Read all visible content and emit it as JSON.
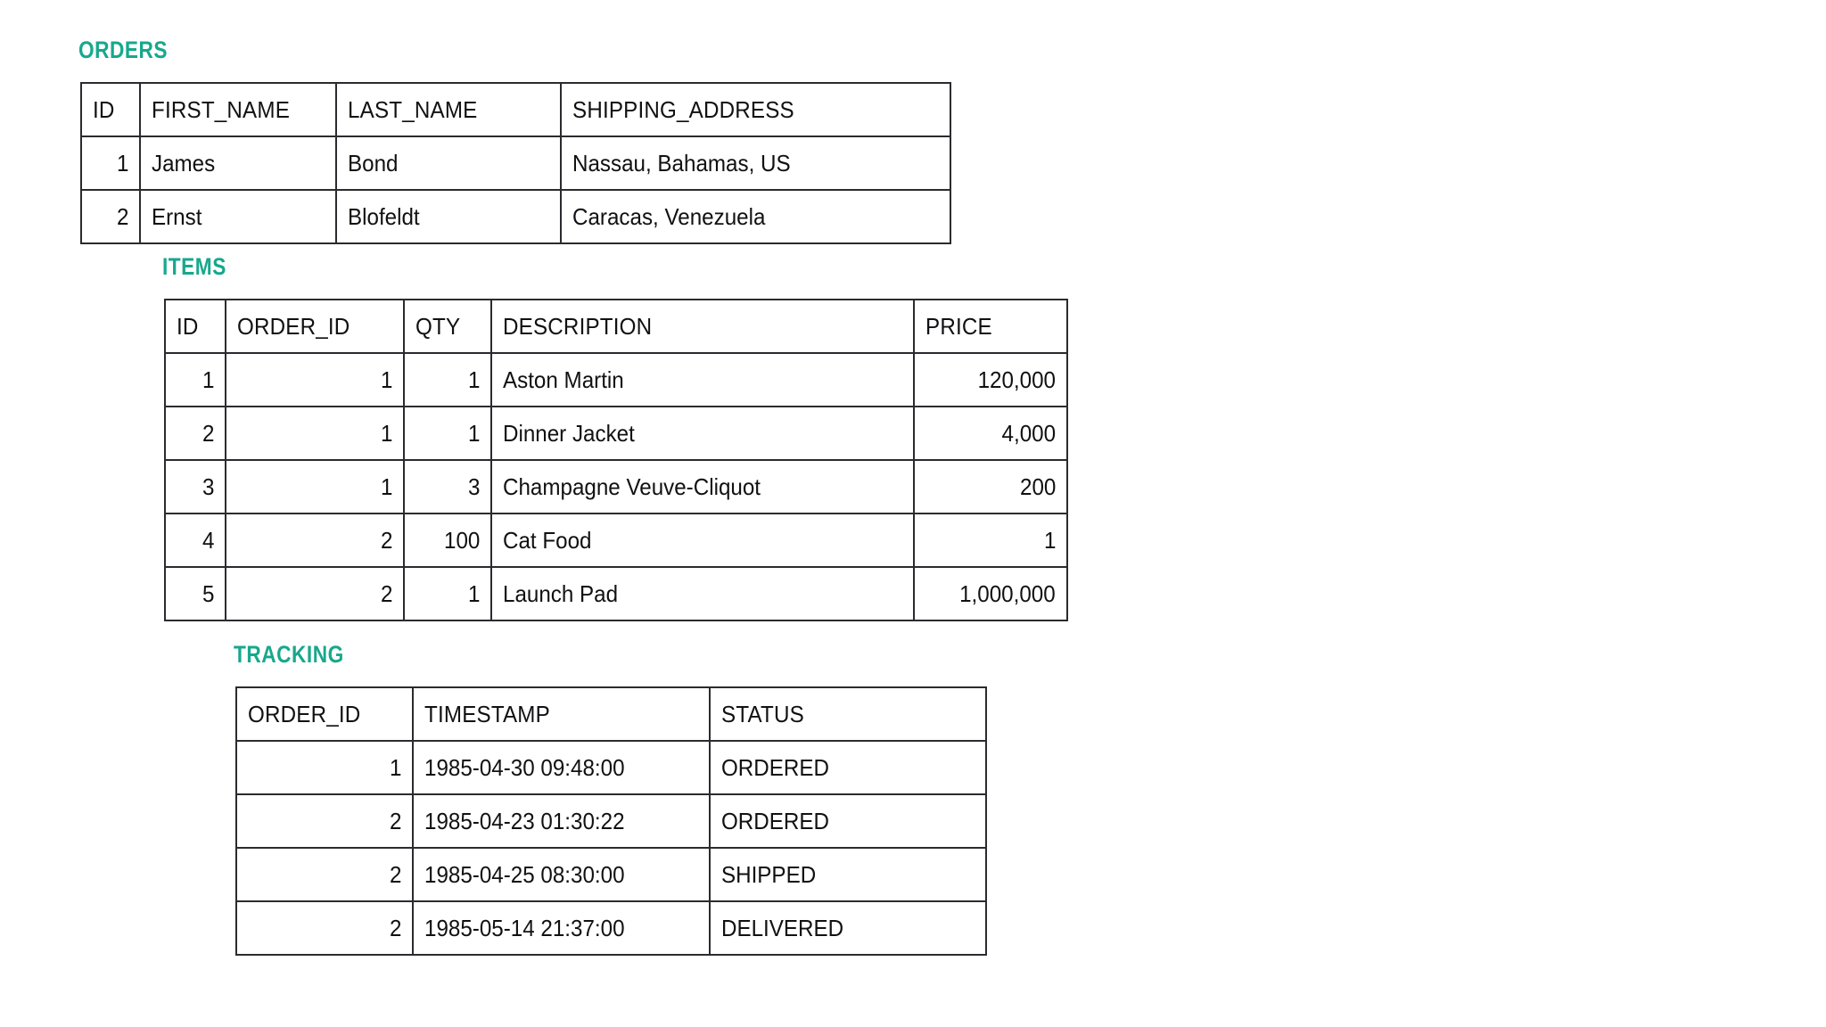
{
  "theme": {
    "background": "#ffffff",
    "label_color": "#17a88d",
    "border_color": "#2b2b2f",
    "text_color": "#111113"
  },
  "tables": [
    {
      "name": "orders",
      "label": "ORDERS",
      "columns": [
        {
          "key": "id",
          "header": "ID",
          "align": "right"
        },
        {
          "key": "first_name",
          "header": "FIRST_NAME",
          "align": "left"
        },
        {
          "key": "last_name",
          "header": "LAST_NAME",
          "align": "left"
        },
        {
          "key": "shipping_address",
          "header": "SHIPPING_ADDRESS",
          "align": "left"
        }
      ],
      "rows": [
        [
          "1",
          "James",
          "Bond",
          "Nassau, Bahamas, US"
        ],
        [
          "2",
          "Ernst",
          "Blofeldt",
          "Caracas, Venezuela"
        ]
      ]
    },
    {
      "name": "items",
      "label": "ITEMS",
      "columns": [
        {
          "key": "id",
          "header": "ID",
          "align": "right"
        },
        {
          "key": "order_id",
          "header": "ORDER_ID",
          "align": "right"
        },
        {
          "key": "qty",
          "header": "QTY",
          "align": "right"
        },
        {
          "key": "description",
          "header": "DESCRIPTION",
          "align": "left"
        },
        {
          "key": "price",
          "header": "PRICE",
          "align": "right"
        }
      ],
      "rows": [
        [
          "1",
          "1",
          "1",
          "Aston Martin",
          "120,000"
        ],
        [
          "2",
          "1",
          "1",
          "Dinner Jacket",
          "4,000"
        ],
        [
          "3",
          "1",
          "3",
          "Champagne Veuve-Cliquot",
          "200"
        ],
        [
          "4",
          "2",
          "100",
          "Cat Food",
          "1"
        ],
        [
          "5",
          "2",
          "1",
          "Launch Pad",
          "1,000,000"
        ]
      ]
    },
    {
      "name": "tracking",
      "label": "TRACKING",
      "columns": [
        {
          "key": "order_id",
          "header": "ORDER_ID",
          "align": "right"
        },
        {
          "key": "timestamp",
          "header": "TIMESTAMP",
          "align": "left"
        },
        {
          "key": "status",
          "header": "STATUS",
          "align": "left"
        }
      ],
      "rows": [
        [
          "1",
          "1985-04-30 09:48:00",
          "ORDERED"
        ],
        [
          "2",
          "1985-04-23 01:30:22",
          "ORDERED"
        ],
        [
          "2",
          "1985-04-25 08:30:00",
          "SHIPPED"
        ],
        [
          "2",
          "1985-05-14 21:37:00",
          "DELIVERED"
        ]
      ]
    }
  ]
}
